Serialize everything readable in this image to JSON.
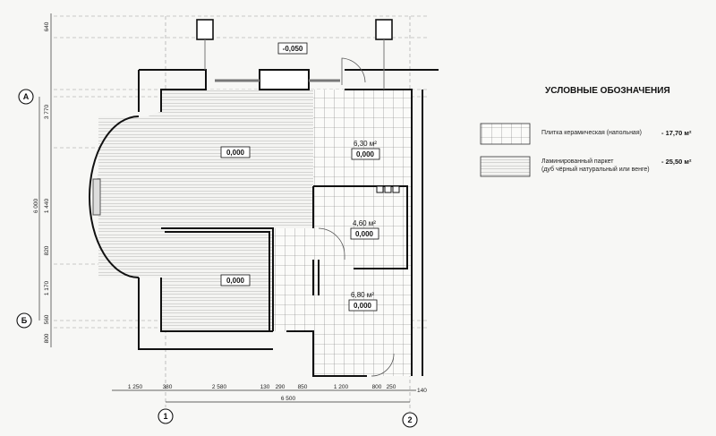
{
  "legend": {
    "title": "УСЛОВНЫЕ ОБОЗНАЧЕНИЯ",
    "items": [
      {
        "pattern": "tile-icon",
        "label": "Плитка керамическая (напольная)",
        "label2": "",
        "value": "- 17,70 м²"
      },
      {
        "pattern": "laminate-icon",
        "label": "Ламинированный паркет",
        "label2": "(дуб чёрный натуральный или венге)",
        "value": "- 25,50 м²"
      }
    ]
  },
  "plan": {
    "exterior_level": "-0,050",
    "rooms": [
      {
        "level": "0,000",
        "area": ""
      },
      {
        "level": "0,000",
        "area": "6,30 м²"
      },
      {
        "level": "0,000",
        "area": "4,60 м²"
      },
      {
        "level": "0,000",
        "area": ""
      },
      {
        "level": "0,000",
        "area": "6,80 м²"
      }
    ],
    "axes": {
      "A": "А",
      "B": "Б",
      "one": "1",
      "two": "2"
    }
  },
  "dimensions": {
    "left_chain": [
      "640",
      "3 770",
      "1 440",
      "820",
      "1 170",
      "560",
      "800"
    ],
    "left_total": "6 000",
    "bottom_chain": [
      "1 250",
      "380",
      "2 580",
      "130",
      "290",
      "850",
      "1 200",
      "800",
      "250",
      "140"
    ],
    "bottom_total": "6 500"
  }
}
